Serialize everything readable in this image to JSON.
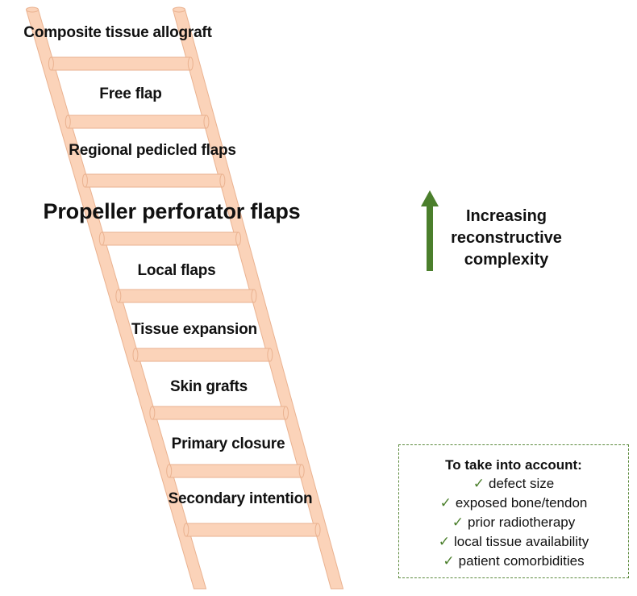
{
  "ladder_steps": [
    {
      "label": "Composite tissue allograft",
      "emphasis": false
    },
    {
      "label": "Free flap",
      "emphasis": false
    },
    {
      "label": "Regional pedicled flaps",
      "emphasis": false
    },
    {
      "label": "Propeller perforator flaps",
      "emphasis": true
    },
    {
      "label": "Local flaps",
      "emphasis": false
    },
    {
      "label": "Tissue expansion",
      "emphasis": false
    },
    {
      "label": "Skin grafts",
      "emphasis": false
    },
    {
      "label": "Primary closure",
      "emphasis": false
    },
    {
      "label": "Secondary intention",
      "emphasis": false
    }
  ],
  "complexity_arrow": {
    "label": "Increasing reconstructive complexity",
    "direction": "up",
    "color": "#4b7f2c"
  },
  "considerations": {
    "title": "To take into account:",
    "check_symbol": "✓",
    "items": [
      "defect size",
      "exposed bone/tendon",
      "prior radiotherapy",
      "local tissue availability",
      "patient comorbidities"
    ]
  },
  "colors": {
    "ladder_fill": "#fbd3b9",
    "ladder_stroke": "#eab290",
    "accent_green": "#4b7f2c",
    "box_border": "#5b8a3c"
  }
}
